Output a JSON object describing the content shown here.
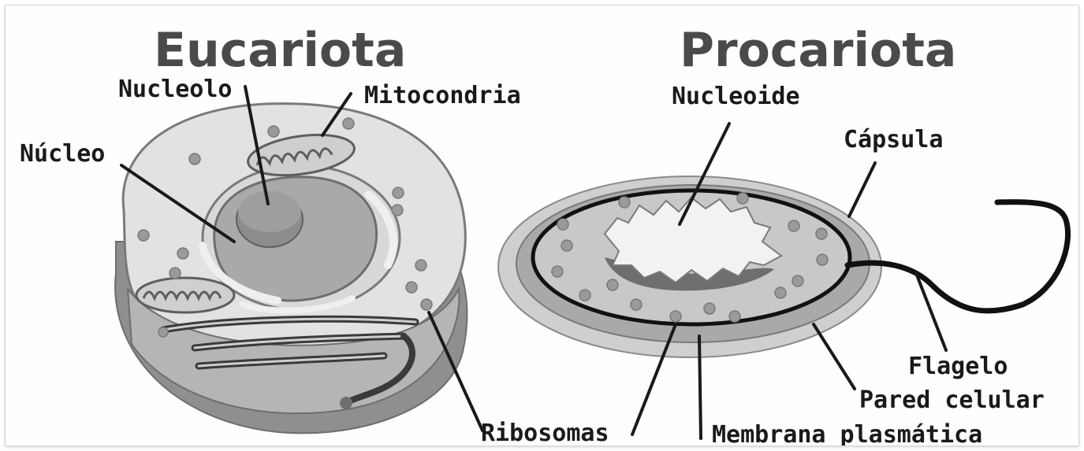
{
  "eukaryote": {
    "title": "Eucariota",
    "labels": {
      "nucleolus": "Nucleolo",
      "mitochondria": "Mitocondria",
      "nucleus": "Núcleo",
      "ribosomes": "Ribosomas"
    }
  },
  "prokaryote": {
    "title": "Procariota",
    "labels": {
      "nucleoid": "Nucleoide",
      "capsule": "Cápsula",
      "flagellum": "Flagelo",
      "cell_wall": "Pared celular",
      "plasma_membrane": "Membrana plasmática"
    }
  },
  "colors": {
    "outer_light": "#e2e2e2",
    "cytoplasm": "#c8c8c8",
    "dark_grey": "#8c8c8c",
    "nucleus": "#a9a9a9",
    "line": "#1a1a1a"
  }
}
